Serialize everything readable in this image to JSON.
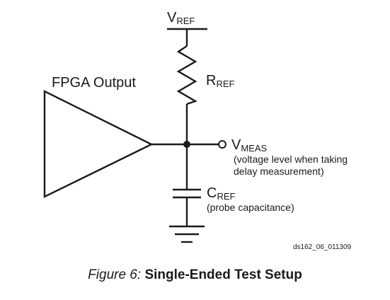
{
  "labels": {
    "vref": {
      "main": "V",
      "sub": "REF"
    },
    "rref": {
      "main": "R",
      "sub": "REF"
    },
    "vmeas": {
      "main": "V",
      "sub": "MEAS",
      "note_line1": "(voltage level when taking",
      "note_line2": "delay measurement)"
    },
    "cref": {
      "main": "C",
      "sub": "REF",
      "note": "(probe capacitance)"
    },
    "fpga_output": "FPGA Output",
    "figure_id": "ds162_06_011309"
  },
  "caption": {
    "figure": "Figure 6:",
    "title": "Single-Ended Test Setup"
  }
}
